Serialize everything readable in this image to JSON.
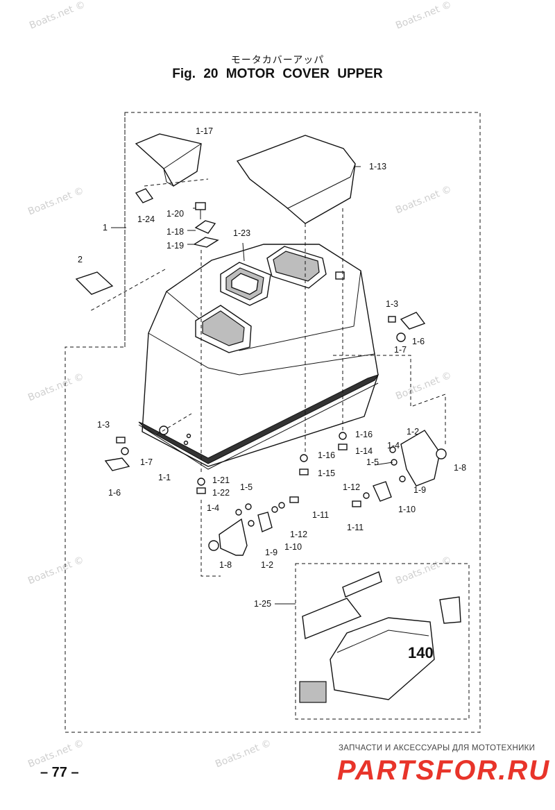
{
  "header": {
    "japanese_title": "モータカバーアッパ",
    "figure_title": "Fig. 20    MOTOR COVER UPPER"
  },
  "watermark_text": "Boats.net ©",
  "callouts": {
    "c_1": "1",
    "c_1_1": "1-1",
    "c_1_2a": "1-2",
    "c_1_2b": "1-2",
    "c_1_3a": "1-3",
    "c_1_3b": "1-3",
    "c_1_4a": "1-4",
    "c_1_4b": "1-4",
    "c_1_5a": "1-5",
    "c_1_5b": "1-5",
    "c_1_6a": "1-6",
    "c_1_6b": "1-6",
    "c_1_7a": "1-7",
    "c_1_7b": "1-7",
    "c_1_8a": "1-8",
    "c_1_8b": "1-8",
    "c_1_9a": "1-9",
    "c_1_9b": "1-9",
    "c_1_10a": "1-10",
    "c_1_10b": "1-10",
    "c_1_11a": "1-11",
    "c_1_11b": "1-11",
    "c_1_12a": "1-12",
    "c_1_12b": "1-12",
    "c_1_13": "1-13",
    "c_1_14": "1-14",
    "c_1_15": "1-15",
    "c_1_16a": "1-16",
    "c_1_16b": "1-16",
    "c_1_17": "1-17",
    "c_1_18": "1-18",
    "c_1_19": "1-19",
    "c_1_20": "1-20",
    "c_1_21": "1-21",
    "c_1_22": "1-22",
    "c_1_23": "1-23",
    "c_1_24": "1-24",
    "c_1_25": "1-25",
    "c_2": "2"
  },
  "decal_text": "140",
  "footer": {
    "page_number": "– 77 –",
    "ad_caption": "ЗАПЧАСТИ И АКСЕССУАРЫ ДЛЯ МОТОТЕХНИКИ",
    "ad_logo": "PARTSFOR.RU"
  },
  "colors": {
    "ink": "#111111",
    "watermark": "#cfcfcf",
    "ad_red": "#e8342a"
  }
}
